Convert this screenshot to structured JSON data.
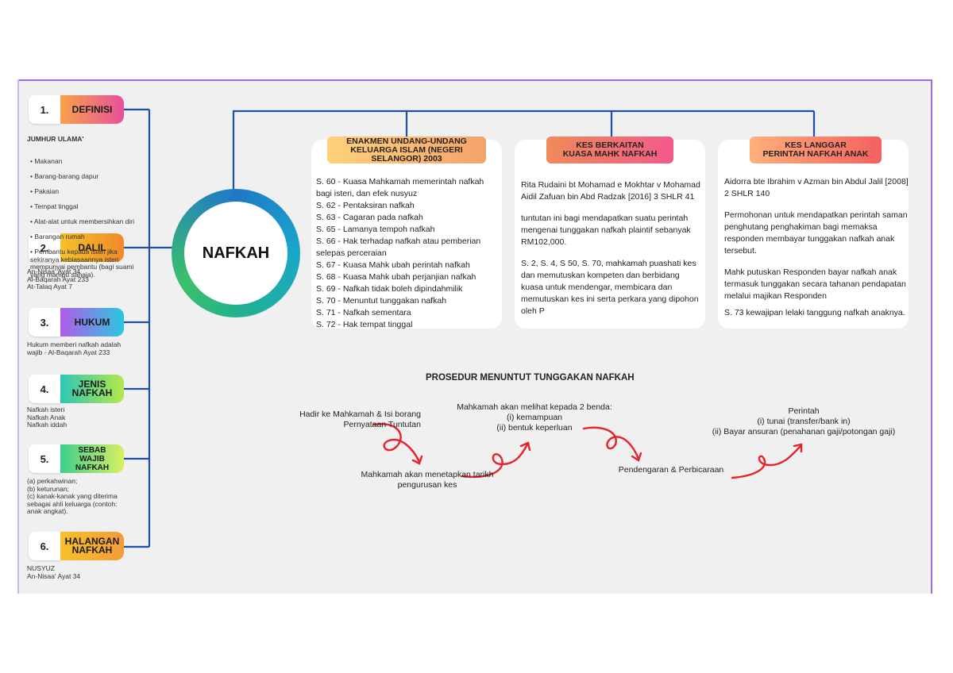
{
  "hub": {
    "title": "NAFKAH"
  },
  "left_items": [
    {
      "num": "1.",
      "label": "DEFINISI",
      "color_from": "#f7a24a",
      "color_to": "#e8509a"
    },
    {
      "num": "2.",
      "label": "DALIL",
      "color_from": "#f5c12c",
      "color_to": "#f08a2a"
    },
    {
      "num": "3.",
      "label": "HUKUM",
      "color_from": "#b05ce8",
      "color_to": "#2bc7e0"
    },
    {
      "num": "4.",
      "label": "JENIS\nNAFKAH",
      "color_from": "#2cc7b4",
      "color_to": "#b6e84a"
    },
    {
      "num": "5.",
      "label": "SEBAB\nWAJIB NAFKAH",
      "color_from": "#3ccf8a",
      "color_to": "#d8f060"
    },
    {
      "num": "6.",
      "label": "HALANGAN\nNAFKAH",
      "color_from": "#f5c12c",
      "color_to": "#f59a3a"
    }
  ],
  "notes": {
    "definisi_head": "JUMHUR ULAMA'",
    "definisi_items": [
      "Makanan",
      "Barang-barang dapur",
      "Pakaian",
      "Tempat tinggal",
      "Alat-alat untuk membersihkan diri",
      "Barangan rumah",
      "Pembantu kepada isteri jika sekiranya kebiasaannya isteri mempunyai pembantu (bagi suami yang mampu sahaja)."
    ],
    "dalil": "An-Nisaa' Ayat 34\nAl-Baqarah Ayat 233\nAt-Talaq Ayat 7",
    "hukum": "Hukum memberi nafkah adalah\nwajib - Al-Baqarah Ayat 233",
    "jenis": "Nafkah isteri\nNafkah Anak\nNafkah iddah",
    "sebab": "(a) perkahwinan;\n(b) keturunan;\n(c) kanak-kanak yang diterima\nsebagai ahli keluarga (contoh:\nanak angkat).",
    "halangan": "NUSYUZ\nAn-Nisaa' Ayat 34"
  },
  "cards": [
    {
      "header": "ENAKMEN UNDANG-UNDANG\nKELUARGA ISLAM (NEGERI\nSELANGOR) 2003",
      "lines": [
        "S. 60 - Kuasa Mahkamah memerintah nafkah bagi isteri, dan efek nusyuz",
        "S. 62 - Pentaksiran nafkah",
        "S. 63 - Cagaran pada nafkah",
        "S. 65 - Lamanya tempoh nafkah",
        "S. 66 - Hak terhadap nafkah atau pemberian selepas perceraian",
        "S. 67 - Kuasa Mahk ubah perintah nafkah",
        "S. 68 - Kuasa Mahk ubah perjanjian nafkah",
        "S. 69 - Nafkah tidak boleh dipindahmilik",
        "S. 70 - Menuntut tunggakan nafkah",
        "S. 71 - Nafkah sementara",
        "S. 72 - Hak tempat tinggal"
      ]
    },
    {
      "header": "KES BERKAITAN\nKUASA MAHK NAFKAH",
      "paras": [
        "Rita Rudaini bt Mohamad e Mokhtar v Mohamad Aidil Zafuan bin Abd Radzak [2016] 3 SHLR 41",
        "tuntutan ini bagi mendapatkan suatu perintah mengenai tunggakan nafkah plaintif sebanyak RM102,000.",
        "S. 2, S. 4, S 50, S. 70, mahkamah puashati kes dan memutuskan kompeten dan berbidang kuasa untuk mendengar, membicara dan memutuskan kes ini serta perkara yang dipohon oleh P"
      ]
    },
    {
      "header": "KES LANGGAR\nPERINTAH NAFKAH ANAK",
      "paras": [
        "Aidorra bte Ibrahim v Azman bin Abdul Jalil [2008] 2 SHLR 140",
        "Permohonan untuk mendapatkan perintah saman penghutang penghakiman bagi memaksa responden membayar tunggakan nafkah anak tersebut.",
        "Mahk putuskan Responden bayar nafkah anak termasuk tunggakan secara tahanan pendapatan melalui majikan Responden",
        "S. 73 kewajipan lelaki tanggung nafkah anaknya."
      ]
    }
  ],
  "procedure": {
    "title": "PROSEDUR MENUNTUT TUNGGAKAN NAFKAH",
    "steps": [
      "Hadir ke Mahkamah & Isi borang\nPernyataan Tuntutan",
      "Mahkamah akan menetapkan tarikh\npengurusan kes",
      "Mahkamah akan melihat kepada 2 benda:\n(i) kemampuan\n(ii) bentuk keperluan",
      "Pendengaran & Perbicaraan",
      "Perintah\n(i) tunai (transfer/bank in)\n(ii) Bayar ansuran (penahanan gaji/potongan gaji)"
    ]
  },
  "colors": {
    "connector": "#1f4fa8",
    "arrow": "#e8212a",
    "frame": "#9b6fd6"
  }
}
